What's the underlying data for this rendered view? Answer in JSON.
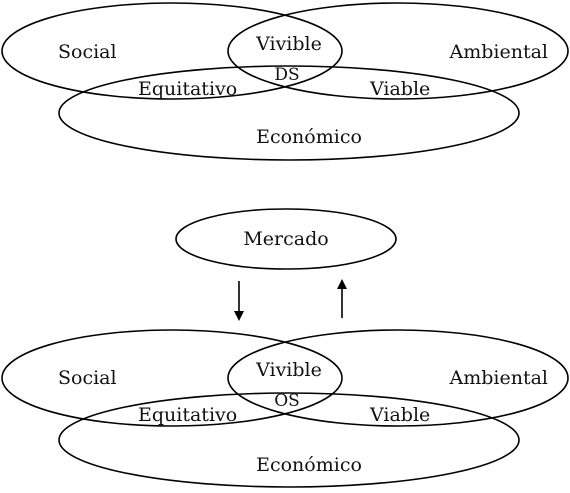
{
  "top_diagram": {
    "social": "Social",
    "ambiental": "Ambiental",
    "economico": "Económico",
    "vivible": "Vivible",
    "equitativo": "Equitativo",
    "viable": "Viable",
    "center": "DS"
  },
  "market": {
    "label": "Mercado"
  },
  "bottom_diagram": {
    "social": "Social",
    "ambiental": "Ambiental",
    "economico": "Económico",
    "vivible": "Vivible",
    "equitativo": "Equitativo",
    "viable": "Viable",
    "center": "OS"
  }
}
